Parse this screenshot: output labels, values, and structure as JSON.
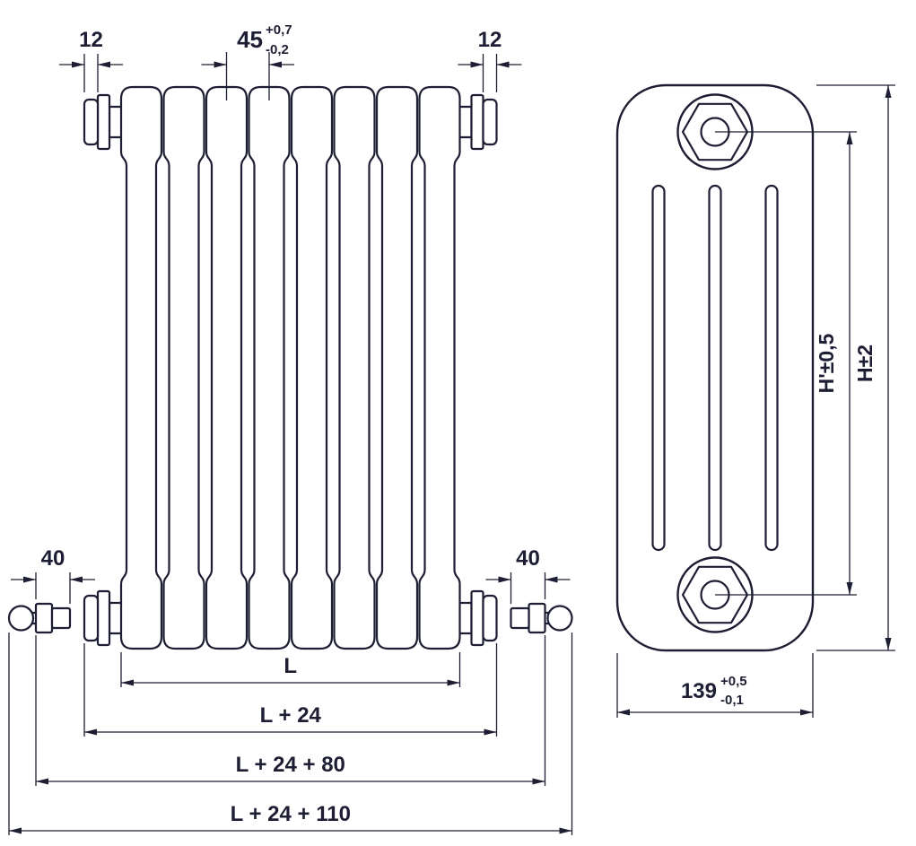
{
  "drawing": {
    "title": "radiator-dimensional-drawing",
    "colors": {
      "line": "#1d1e33",
      "background": "#ffffff"
    },
    "front_view": {
      "dim_plug_left": "12",
      "dim_plug_right": "12",
      "dim_pitch": "45",
      "dim_pitch_tol_plus": "+0,7",
      "dim_pitch_tol_minus": "-0,2",
      "dim_valve_left": "40",
      "dim_valve_right": "40",
      "dim_length": "L",
      "dim_length_plugs": "L + 24",
      "dim_length_valves": "L + 24 + 80",
      "dim_length_total": "L + 24 + 110"
    },
    "side_view": {
      "dim_height_centers": "H'±0,5",
      "dim_height_total": "H±2",
      "dim_depth": "139",
      "dim_depth_tol_plus": "+0,5",
      "dim_depth_tol_minus": "-0,1"
    }
  }
}
